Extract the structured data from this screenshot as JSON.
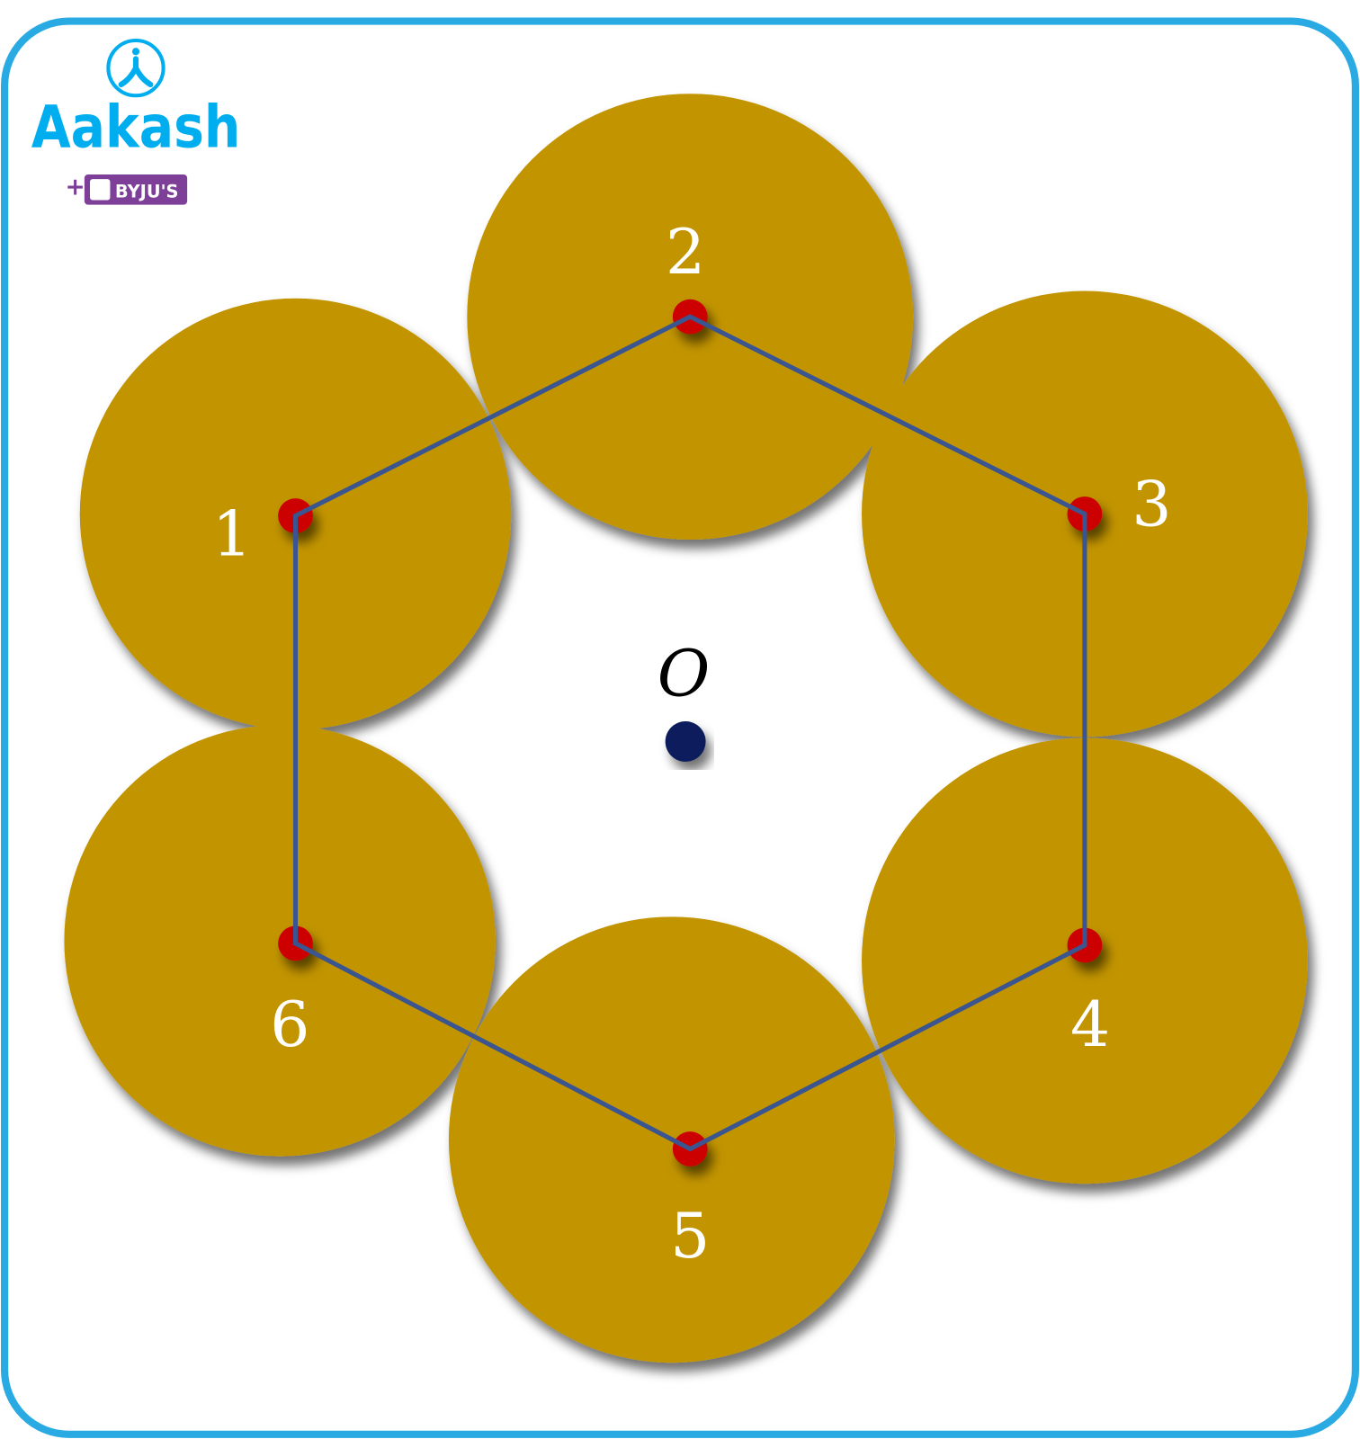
{
  "logo": {
    "brand": "Aakash",
    "partner": "BYJU'S"
  },
  "diagram": {
    "center_label": "O",
    "nodes": [
      {
        "label": "1"
      },
      {
        "label": "2"
      },
      {
        "label": "3"
      },
      {
        "label": "4"
      },
      {
        "label": "5"
      },
      {
        "label": "6"
      }
    ]
  },
  "colors": {
    "frame": "#29aae2",
    "circle": "#c29400",
    "dot": "#cc0000",
    "line": "#3a5590",
    "center_dot": "#0a1f5c",
    "logo_blue": "#00aeef",
    "logo_purple": "#7e3f98"
  }
}
